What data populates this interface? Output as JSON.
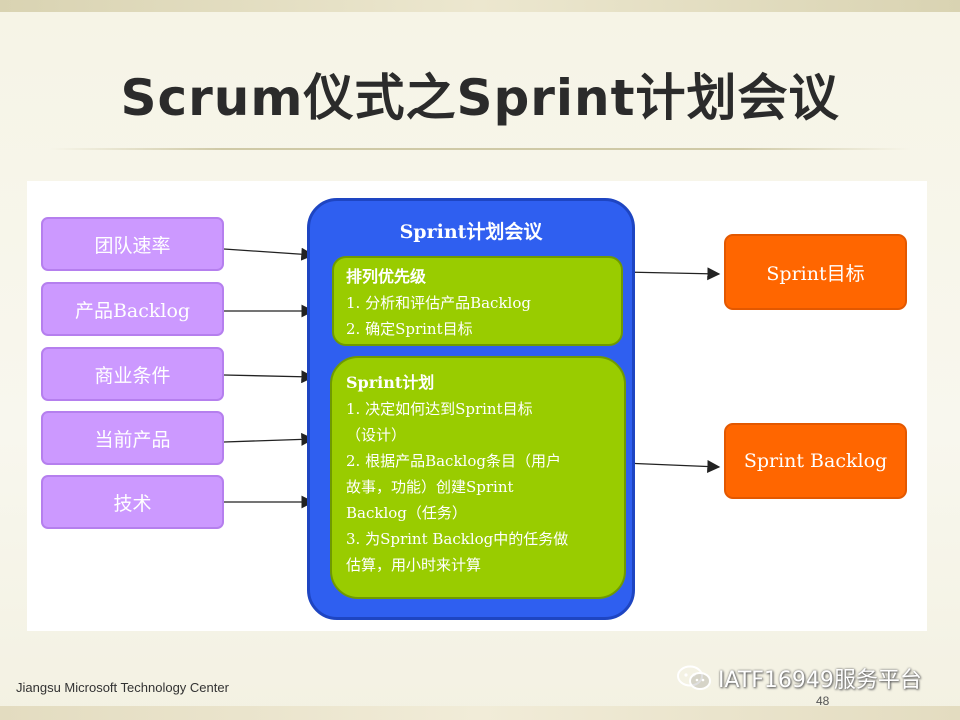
{
  "slide": {
    "title": "Scrum仪式之Sprint计划会议",
    "footer": "Jiangsu Microsoft Technology Center",
    "page_number": "48",
    "watermark": "IATF16949服务平台"
  },
  "diagram": {
    "inputs": [
      "团队速率",
      "产品Backlog",
      "商业条件",
      "当前产品",
      "技术"
    ],
    "meeting": {
      "title": "Sprint计划会议",
      "section1": {
        "heading": "排列优先级",
        "items": [
          "1. 分析和评估产品Backlog",
          "2. 确定Sprint目标"
        ]
      },
      "section2": {
        "heading": "Sprint计划",
        "lines": [
          "1. 决定如何达到Sprint目标",
          "（设计）",
          "2. 根据产品Backlog条目（用户",
          "故事，功能）创建Sprint",
          "Backlog（任务）",
          "3. 为Sprint Backlog中的任务做",
          "估算，用小时来计算"
        ]
      }
    },
    "outputs": [
      "Sprint目标",
      "Sprint Backlog"
    ],
    "colors": {
      "input": "#cc99ff",
      "meeting": "#2f5ff0",
      "section": "#99cc00",
      "output": "#ff6600"
    }
  }
}
